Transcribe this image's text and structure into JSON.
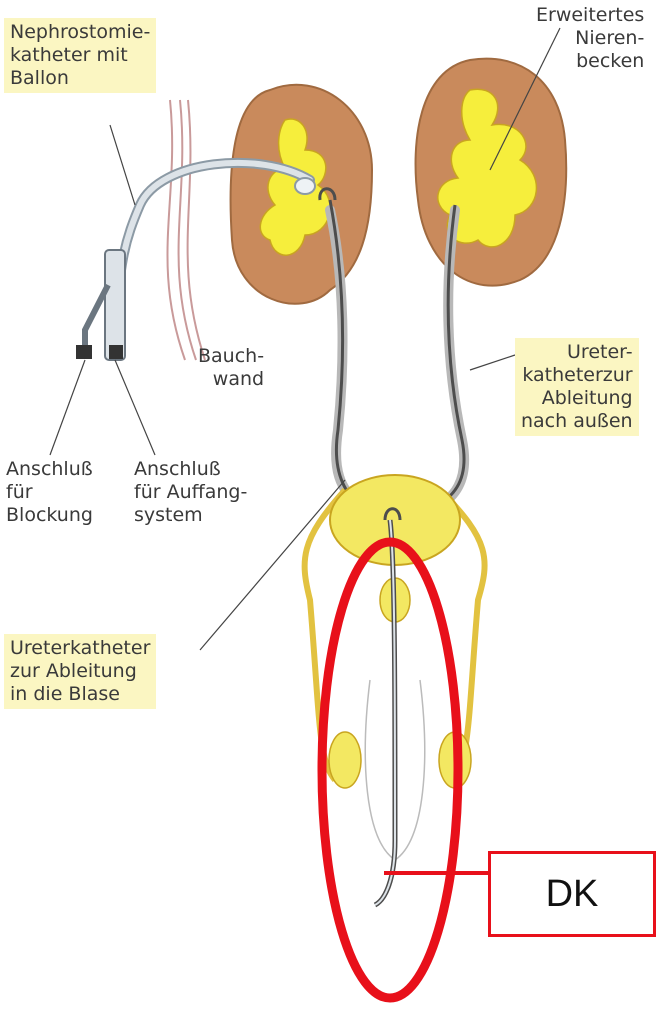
{
  "labels": {
    "nephrostomy": "Nephrostomie-\nkatheter mit\nBallon",
    "renal_pelvis": "Erweitertes\nNieren-\nbecken",
    "abdominal_wall": "Bauch-\nwand",
    "ureter_external": "Ureter-\nkatheterzur\nAbleitung\nnach außen",
    "port_blocking": "Anschluß\nfür\nBlockung",
    "port_collection": "Anschluß\nfür Auffang-\nsystem",
    "ureter_bladder": "Ureterkatheter\nzur Ableitung\nin die Blase",
    "dk": "DK"
  },
  "colors": {
    "kidney_cortex": "#c98a5c",
    "renal_pelvis": "#f6ee3c",
    "bladder": "#f3e862",
    "label_background": "#fbf6c2",
    "highlight": "#e8101a",
    "catheter": "#dde3e8"
  }
}
